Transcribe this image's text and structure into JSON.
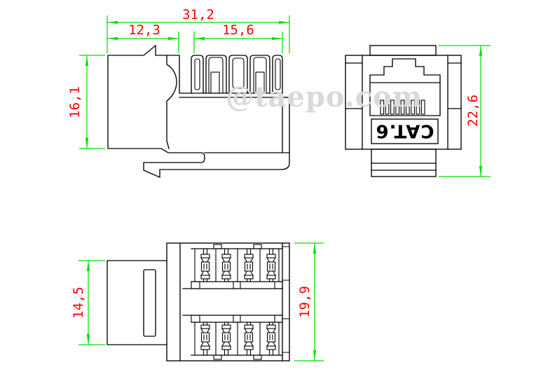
{
  "drawing": {
    "watermark": "@taepo.com",
    "product_label": "CAT.6"
  },
  "colors": {
    "dimension_line": "#00E000",
    "dimension_text": "#FF0000",
    "drawing_line": "#000000",
    "watermark": "#D9D9D9",
    "background": "#FFFFFF"
  },
  "dimensions": {
    "total_width": {
      "label": "31,2"
    },
    "body_width": {
      "label": "12,3"
    },
    "idc_section_width": {
      "label": "15,6"
    },
    "side_height": {
      "label": "16,1"
    },
    "front_height": {
      "label": "22,6"
    },
    "rear_block_height": {
      "label": "14,5"
    },
    "bottom_width": {
      "label": "19,9"
    }
  }
}
